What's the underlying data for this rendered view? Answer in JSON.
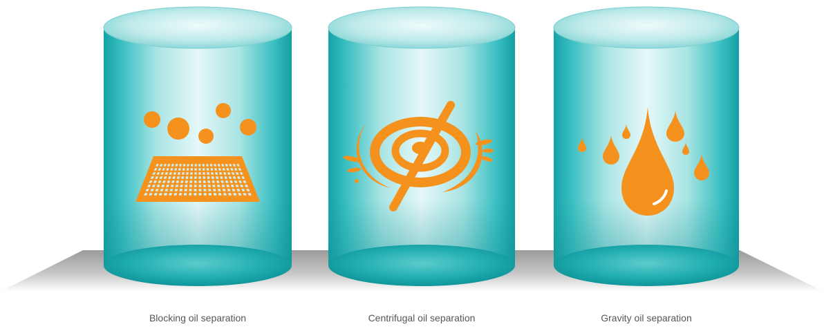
{
  "panels": [
    {
      "caption": "Blocking oil separation",
      "icon": "mesh-filter-icon"
    },
    {
      "caption": "Centrifugal oil separation",
      "icon": "vortex-spin-icon"
    },
    {
      "caption": "Gravity oil separation",
      "icon": "oil-drop-icon"
    }
  ],
  "colors": {
    "accent": "#F5921E",
    "cylinder": "#2FB8B8",
    "platform": "#A9A9A9",
    "caption": "#555555"
  }
}
